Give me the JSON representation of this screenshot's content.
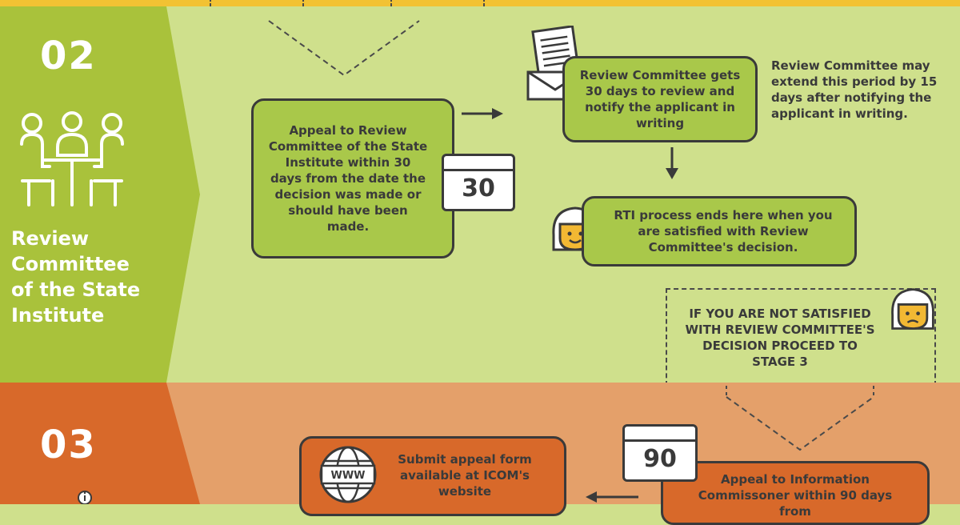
{
  "colors": {
    "green_light": "#cfe08c",
    "green_dark": "#a9c23b",
    "orange_light": "#e4a06a",
    "orange_dark": "#d8692a",
    "yellow_top": "#f2c233",
    "box_green": "#a9c84a",
    "box_orange": "#d8692a",
    "outline": "#3a3a3a"
  },
  "stage2": {
    "number": "02",
    "title_lines": [
      "Review",
      "Committee",
      "of the State",
      "Institute"
    ],
    "icon": "meeting-people-icon",
    "appeal_box": "Appeal to Review Committee of the State Institute within 30 days from the date the decision was made or should have been made.",
    "calendar_30": "30",
    "review_box": "Review Committee gets 30 days to review and notify the applicant in writing",
    "extend_note": "Review Committee may extend this period by 15 days after notifying the applicant in writing.",
    "satisfied_box": "RTI process ends here when you are satisfied with Review Committee's decision.",
    "not_satisfied_box": "IF YOU ARE NOT SATISFIED WITH REVIEW COMMITTEE'S DECISION PROCEED TO STAGE 3"
  },
  "stage3": {
    "number": "03",
    "calendar_90": "90",
    "website_icon_label": "WWW",
    "submit_box": "Submit appeal form available at ICOM's website",
    "appeal_box": "Appeal to Information Commissoner within 90 days from"
  }
}
